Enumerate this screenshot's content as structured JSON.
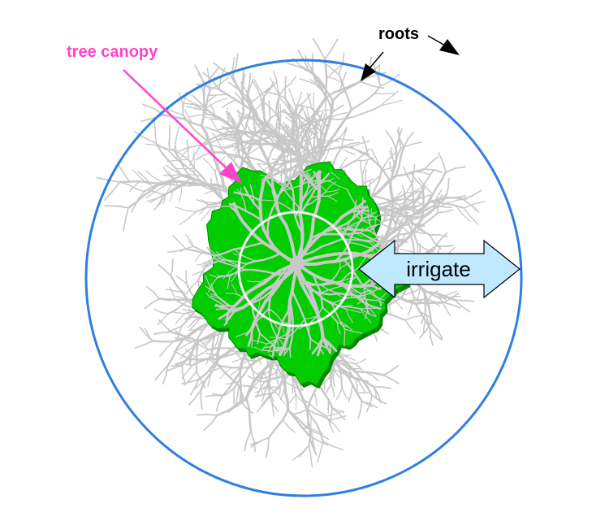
{
  "labels": {
    "tree_canopy": "tree canopy",
    "roots": "roots",
    "irrigate": "irrigate"
  },
  "colors": {
    "canopy_fill": "#00cc00",
    "canopy_edge": "#008800",
    "roots": "#c8c8c8",
    "drip_line_circle": "#2f7fe0",
    "trunk_circle": "#f4f4f4",
    "canopy_label": "#ff44cc",
    "irrigate_fill": "#bfe9ff",
    "label_dark": "#000000"
  },
  "icons": {
    "canopy_pointer": "pink-arrow-icon",
    "roots_pointer": "black-arrow-icon",
    "irrigate_span": "double-arrow-icon"
  }
}
